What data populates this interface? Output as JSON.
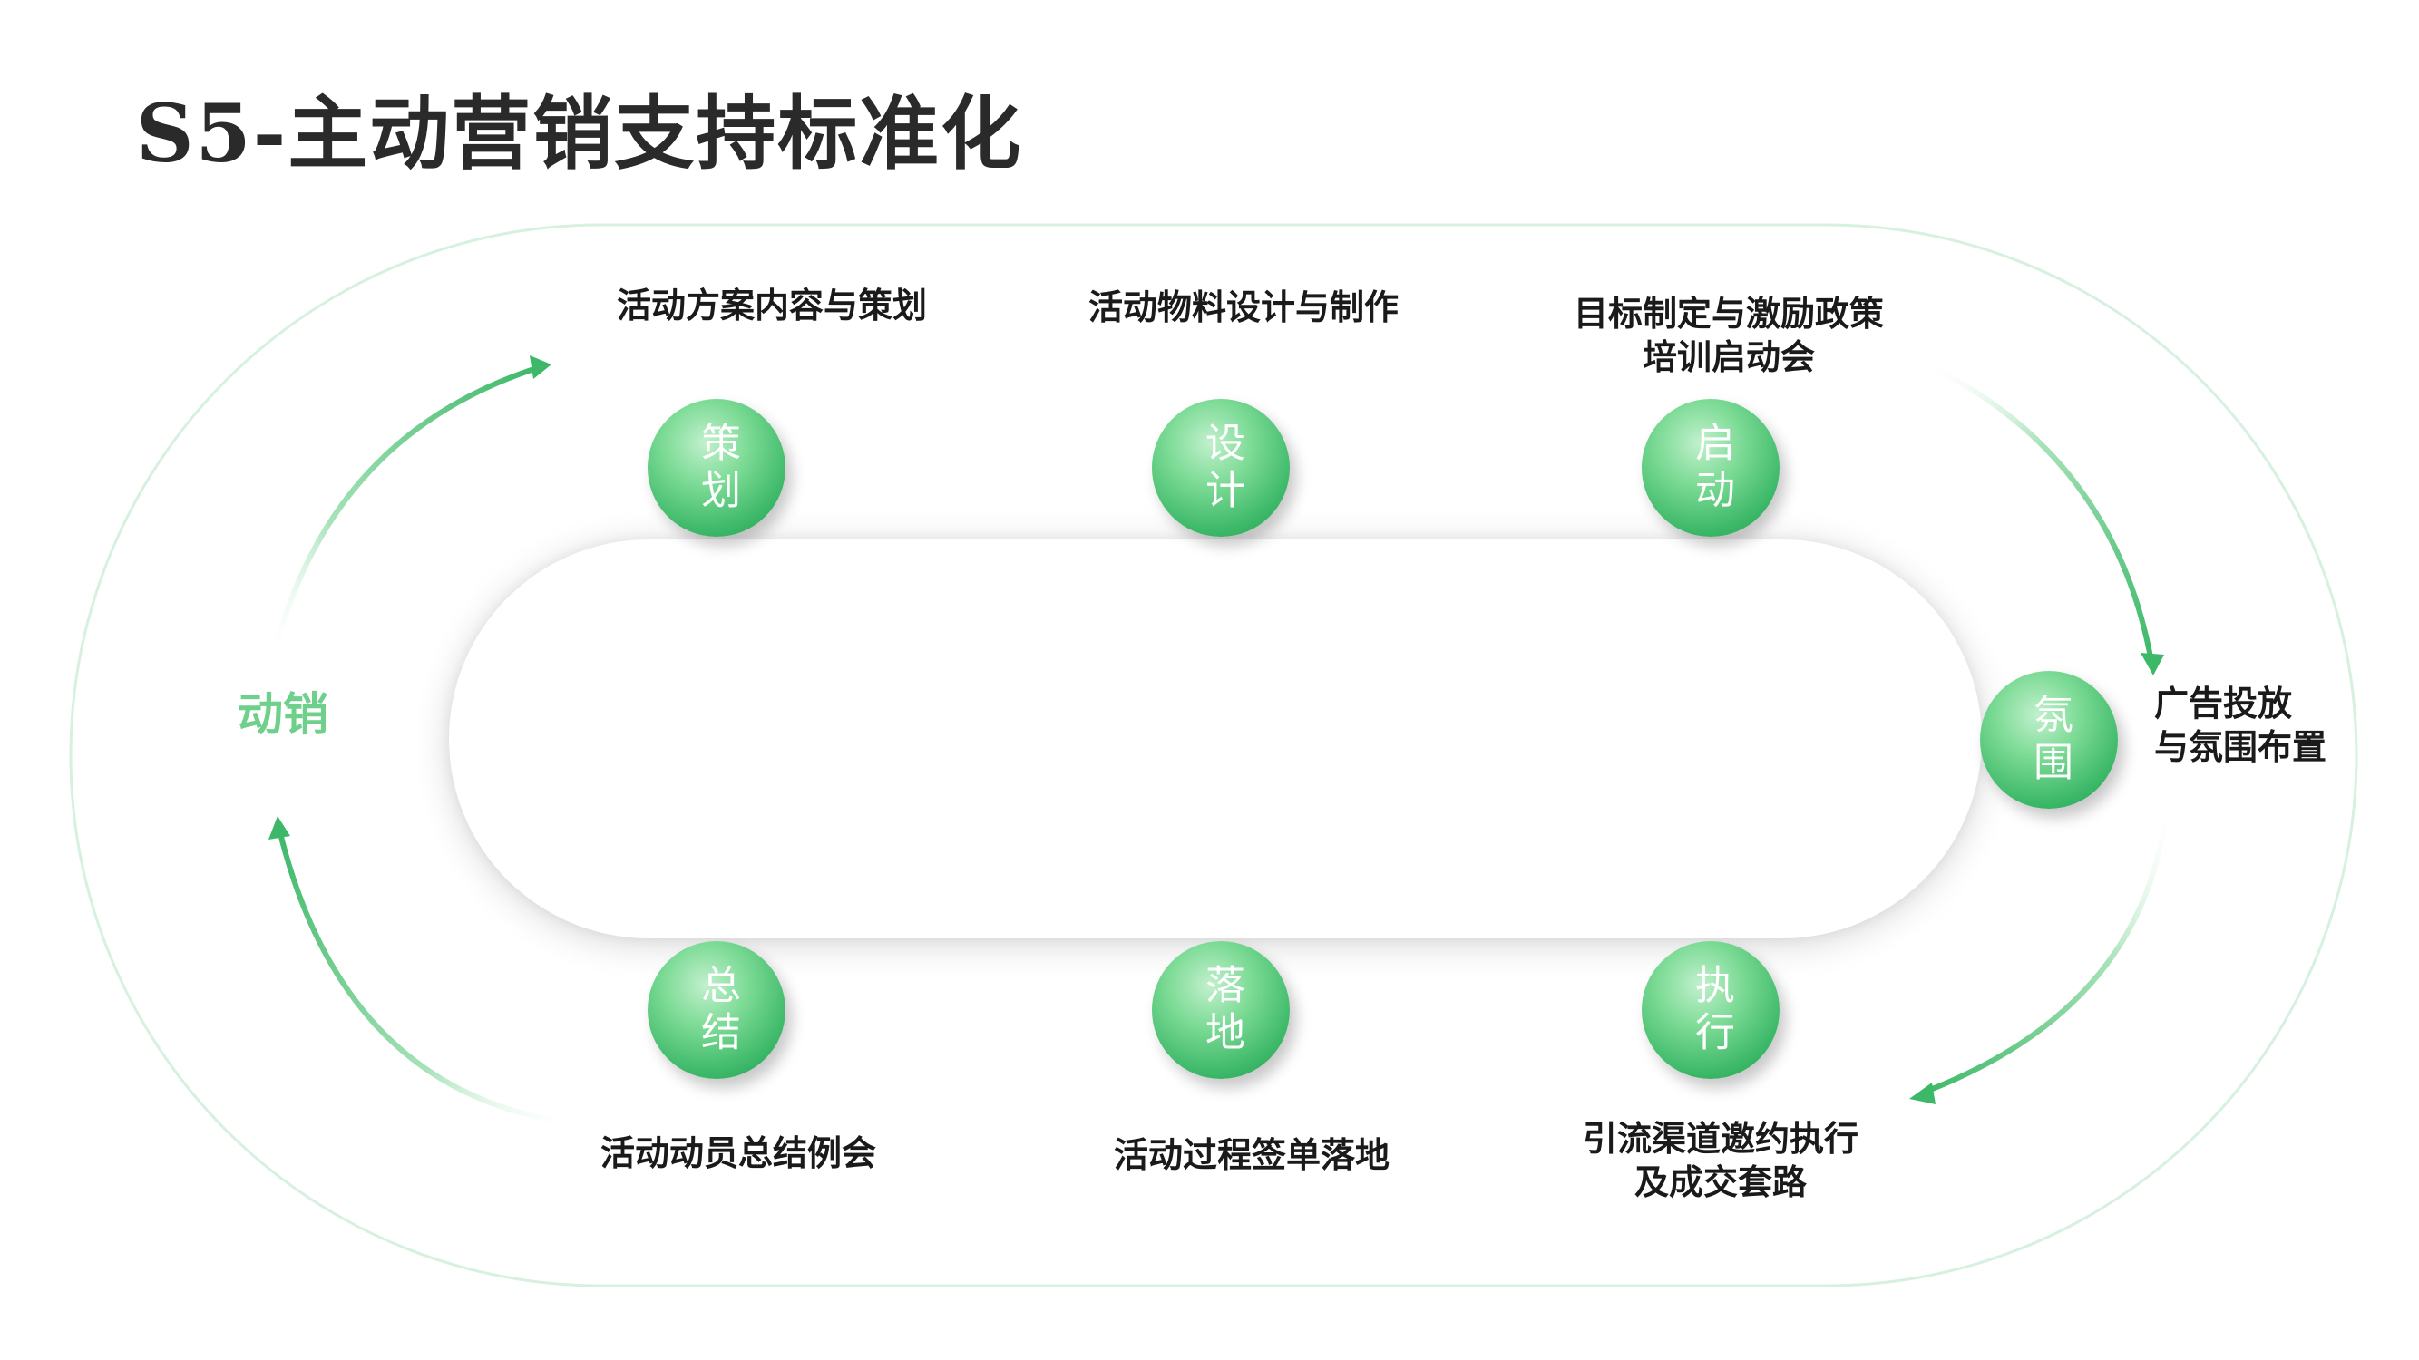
{
  "title": "S5-主动营销支持标准化",
  "side_label": "动销",
  "nodes": [
    {
      "text": "策划",
      "label": "活动方案内容与策划"
    },
    {
      "text": "设计",
      "label": "活动物料设计与制作"
    },
    {
      "text": "启动",
      "label": "目标制定与激励政策\n培训启动会"
    },
    {
      "text": "氛围",
      "label": "广告投放\n与氛围布置"
    },
    {
      "text": "执行",
      "label": "引流渠道邀约执行\n及成交套路"
    },
    {
      "text": "落地",
      "label": "活动过程签单落地"
    },
    {
      "text": "总结",
      "label": "活动动员总结例会"
    }
  ],
  "colors": {
    "accent_green": "#3cb868",
    "outline_green": "#d6f1df",
    "side_label": "#6ed08a"
  }
}
